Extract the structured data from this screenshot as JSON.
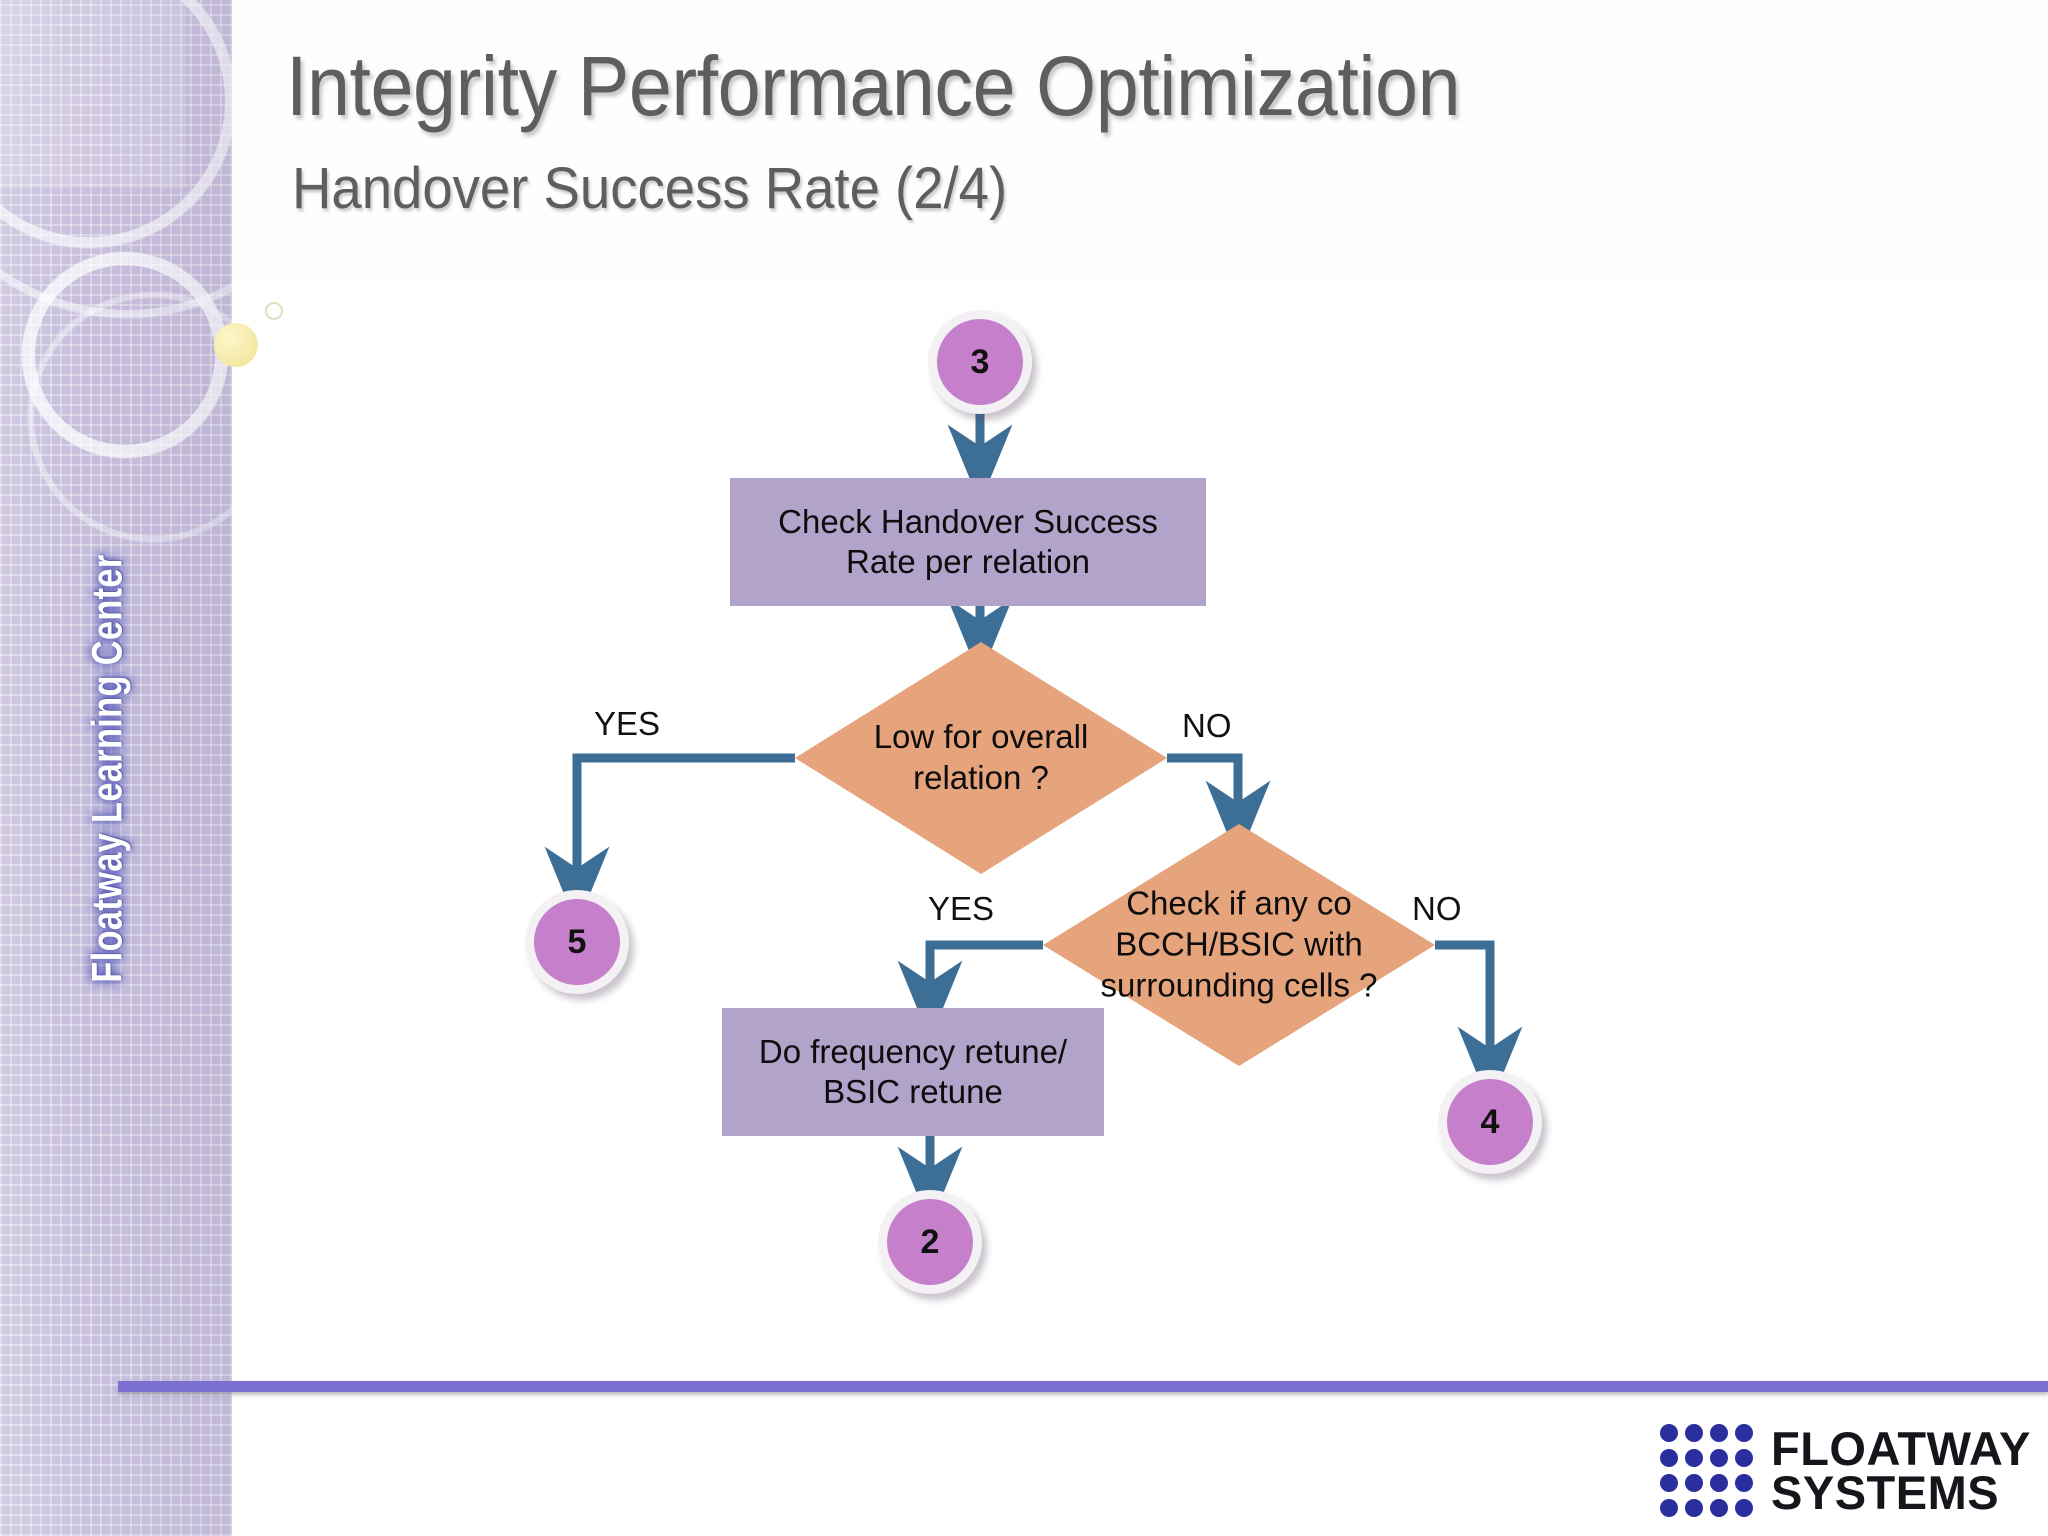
{
  "slide": {
    "title": "Integrity Performance Optimization",
    "subtitle": "Handover Success Rate (2/4)",
    "sidebar_text": "Floatway Learning Center",
    "accent_purple": "#7b6fd0",
    "box_purple": "#b1a3c9",
    "diamond_orange": "#e6a47c",
    "circle_purple": "#c67fcb",
    "connector_blue": "#3d6e96"
  },
  "flow": {
    "connector_start": {
      "label": "3"
    },
    "process_1": {
      "label": "Check Handover Success Rate per relation"
    },
    "decision_1": {
      "label": "Low for overall relation ?",
      "yes": "YES",
      "no": "NO"
    },
    "connector_yes_1": {
      "label": "5"
    },
    "decision_2": {
      "label": "Check if any co BCCH/BSIC with surrounding cells ?",
      "yes": "YES",
      "no": "NO"
    },
    "connector_no_2": {
      "label": "4"
    },
    "process_2": {
      "label": "Do frequency retune/ BSIC retune"
    },
    "connector_end": {
      "label": "2"
    }
  },
  "footer": {
    "logo_line1": "FLOATWAY",
    "logo_line2": "SYSTEMS"
  }
}
